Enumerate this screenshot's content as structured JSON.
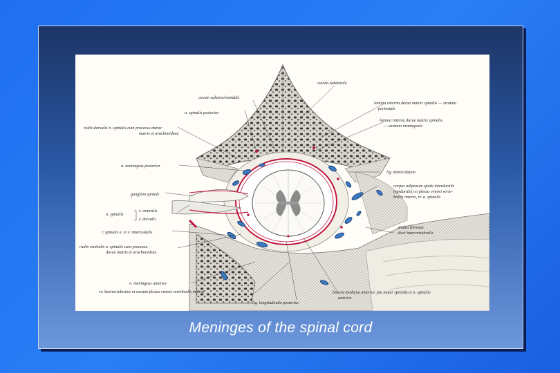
{
  "caption": "Meninges of the spinal cord",
  "labels": {
    "cavum_subarachnoidale": "cavum subarachnoidale",
    "cavum_subdurale": "cavum subdurale",
    "a_spinalis_posterior": "a. spinalis posterior",
    "lamina_externa_1": "lamina externa durae matris spinalis — stratum",
    "lamina_externa_2": "periostale",
    "radix_dorsalis_1": "radix dorsalis n. spinalis cum processu durae",
    "radix_dorsalis_2": "matris et arachnoideae",
    "lamina_interna_1": "lamina interna durae matris spinalis",
    "lamina_interna_2": "— stratum meningeale",
    "n_meningeus_posterior": "n. meningeus posterior",
    "lig_denticulatum": "lig. denticulatum",
    "ganglion_spinale": "ganglion spinale",
    "corpus_adiposum_1": "corpus adiposum spatii interduralis",
    "corpus_adiposum_2": "(epiduralis) et plexus venosi verte-",
    "corpus_adiposum_3": "bralis interni, rr. a. spinalis",
    "r_ventralis": "r. ventralis",
    "n_spinalis": "n. spinalis",
    "r_dorsalis": "r. dorsalis",
    "r_spinalis": "r. spinalis a. et v. intercostalis",
    "anulus_fibrosus_1": "anulus fibrosus",
    "anulus_fibrosus_2": "disci intervertebralis",
    "radix_ventralis_1": "radix ventralis n. spinalis cum processu",
    "radix_ventralis_2": "durae matris et arachnoideae",
    "n_meningeus_anterior": "n. meningeus anterior",
    "vv_basivertebrales": "vv. basivertebrales et ossium plexus venosi vertebralis interni",
    "lig_longitudinale": "lig. longitudinale posterius",
    "fissura_mediana_1": "fissura mediana anterior, pia mater spinalis et a. spinalis",
    "fissura_mediana_2": "anterior"
  },
  "colors": {
    "background": "#2174f0",
    "frame_top": "#1d3566",
    "frame_bottom": "#6d97dc",
    "figure_bg": "#fffdf7",
    "dura_red": "#c0143c",
    "vessel_blue": "#2f6fb5",
    "caption": "#ffffff"
  }
}
